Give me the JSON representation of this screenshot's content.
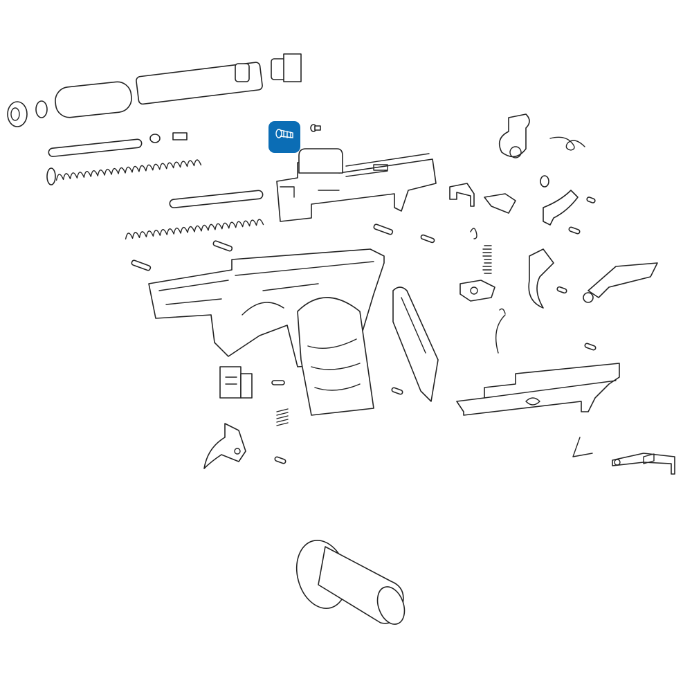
{
  "diagram": {
    "highlight_color": "#0b6db5",
    "line_color": "#222222",
    "selected_part": "slide-pin-screw",
    "parts": [
      "barrel",
      "guide-rod",
      "recoil-spring",
      "slide",
      "frame",
      "grip",
      "trigger",
      "hammer",
      "sear",
      "trigger-bar",
      "slide-stop",
      "magazine-catch",
      "rear-chassis",
      "cleaning-tool"
    ]
  }
}
